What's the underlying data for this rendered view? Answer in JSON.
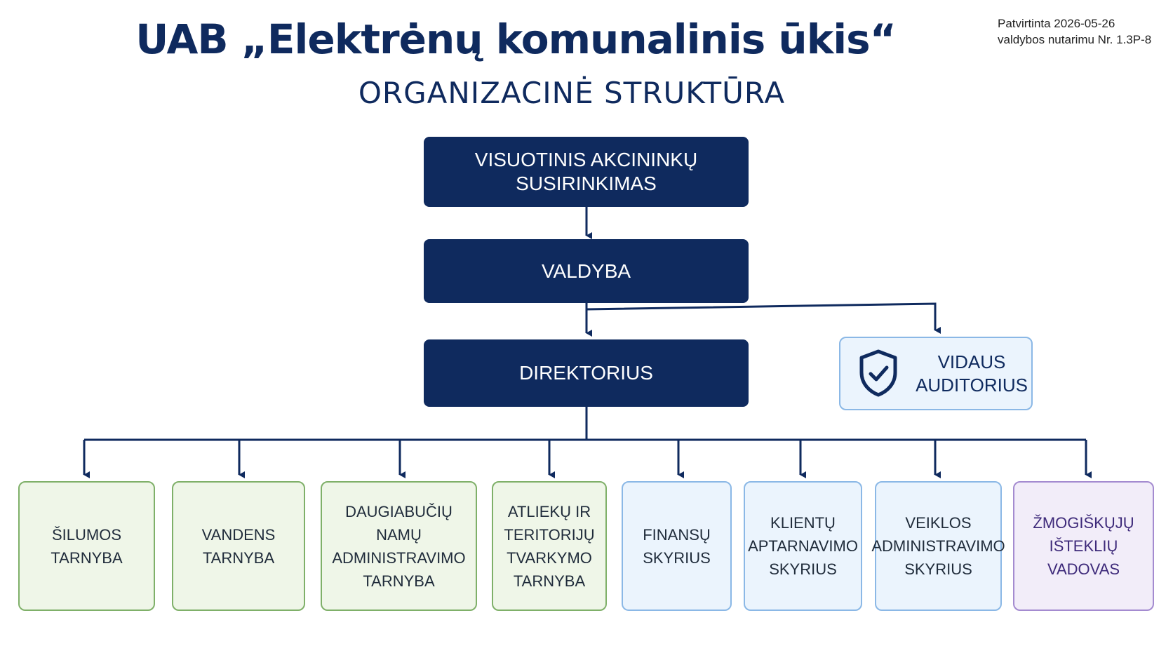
{
  "header": {
    "title": "UAB „Elektrėnų komunalinis ūkis“",
    "subtitle": "ORGANIZACINĖ STRUKTŪRA",
    "approval_line1": "Patvirtinta 2026-05-26",
    "approval_line2": "valdybos nutarimu Nr. 1.3P-8"
  },
  "nodes": {
    "shareholders": "VISUOTINIS AKCININKŲ\nSUSIRINKIMAS",
    "board": "VALDYBA",
    "director": "DIREKTORIUS",
    "auditor": "VIDAUS\nAUDITORIUS"
  },
  "departments": [
    {
      "label": "ŠILUMOS\nTARNYBA",
      "group": "green"
    },
    {
      "label": "VANDENS\nTARNYBA",
      "group": "green"
    },
    {
      "label": "DAUGIABUČIŲ NAMŲ\nADMINISTRAVIMO\nTARNYBA",
      "group": "green"
    },
    {
      "label": "ATLIEKŲ IR\nTERITORIJŲ\nTVARKYMO\nTARNYBA",
      "group": "green"
    },
    {
      "label": "FINANSŲ\nSKYRIUS",
      "group": "blue"
    },
    {
      "label": "KLIENTŲ\nAPTARNAVIMO\nSKYRIUS",
      "group": "blue"
    },
    {
      "label": "VEIKLOS\nADMINISTRAVIMO\nSKYRIUS",
      "group": "blue"
    },
    {
      "label": "ŽMOGIŠKŲJŲ\nIŠTEKLIŲ\nVADOVAS",
      "group": "purple"
    }
  ],
  "colors": {
    "primary": "#0f2a5e",
    "green_fill": "#eff6e8",
    "green_border": "#7fb069",
    "blue_fill": "#ebf4fd",
    "blue_border": "#8bb8e6",
    "purple_fill": "#f2edf9",
    "purple_border": "#a48bd0"
  },
  "icons": {
    "auditor": "shield-check-icon"
  }
}
